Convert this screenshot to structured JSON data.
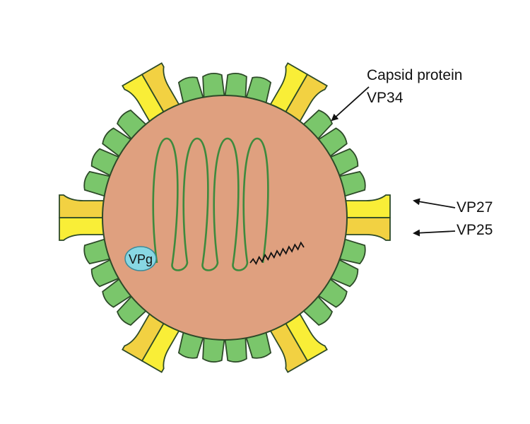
{
  "labels": {
    "capsid_protein": "Capsid protein",
    "vp34": "VP34",
    "vp27": "VP27",
    "vp25": "VP25",
    "vpg": "VPg"
  },
  "colors": {
    "interior": "#dfa07f",
    "capsid": "#7ac66b",
    "spike_upper": "#f9ee37",
    "spike_lower": "#f2d142",
    "vpg": "#88d7e3",
    "outline": "#2d4a28",
    "genome": "#3d8a3d",
    "pointer": "#111111"
  },
  "icons": {
    "genome": "rna-helix-icon",
    "vpg": "vpg-protein-icon"
  }
}
